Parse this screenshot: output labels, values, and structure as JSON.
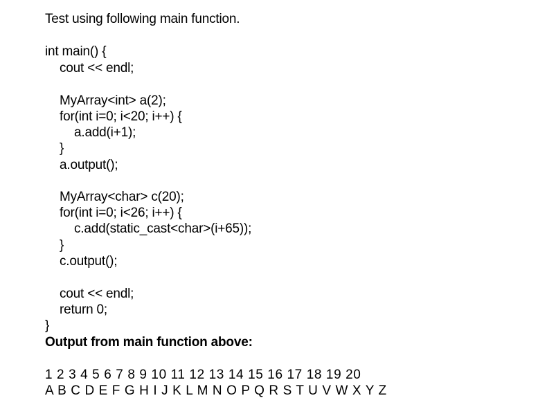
{
  "intro": "Test using following main function.",
  "code_lines": [
    "int main() {",
    "cout << endl;",
    "MyArray<int> a(2);",
    "for(int i=0; i<20; i++) {",
    "a.add(i+1);",
    "}",
    "a.output();",
    "MyArray<char> c(20);",
    "for(int i=0; i<26; i++) {",
    "c.add(static_cast<char>(i+65));",
    "}",
    "c.output();",
    "cout << endl;",
    "return 0;",
    "}"
  ],
  "output_heading": "Output from main function above:",
  "output_lines": [
    "1 2 3 4 5 6 7 8 9 10 11 12 13 14 15 16 17 18 19 20",
    "A B C D E F G H I J K L M N O P Q R S T U V W X Y Z"
  ]
}
